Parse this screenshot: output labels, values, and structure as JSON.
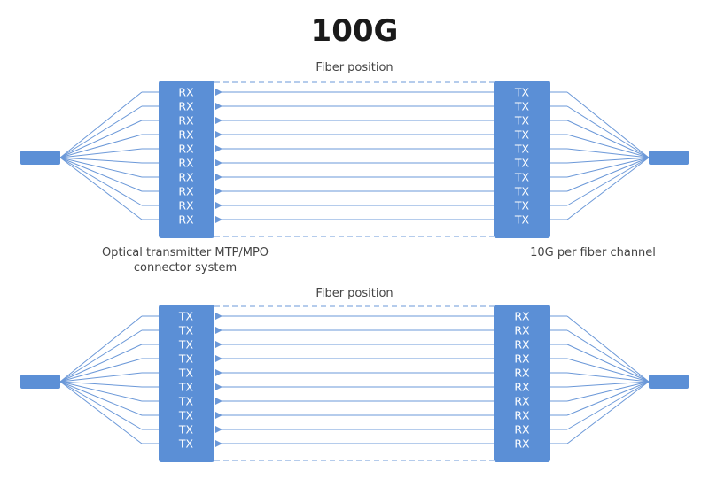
{
  "title": "100G",
  "colors": {
    "block": "#5b8fd6",
    "line": "#6b98d8",
    "text": "#444444"
  },
  "sections": [
    {
      "caption": "Fiber position",
      "left_ports": [
        "RX",
        "RX",
        "RX",
        "RX",
        "RX",
        "RX",
        "RX",
        "RX",
        "RX",
        "RX"
      ],
      "right_ports": [
        "TX",
        "TX",
        "TX",
        "TX",
        "TX",
        "TX",
        "TX",
        "TX",
        "TX",
        "TX"
      ]
    },
    {
      "caption": "Fiber position",
      "left_ports": [
        "TX",
        "TX",
        "TX",
        "TX",
        "TX",
        "TX",
        "TX",
        "TX",
        "TX",
        "TX"
      ],
      "right_ports": [
        "RX",
        "RX",
        "RX",
        "RX",
        "RX",
        "RX",
        "RX",
        "RX",
        "RX",
        "RX"
      ]
    }
  ],
  "labels": {
    "left_line1": "Optical transmitter MTP/MPO",
    "left_line2": "connector system",
    "right": "10G per fiber channel"
  }
}
